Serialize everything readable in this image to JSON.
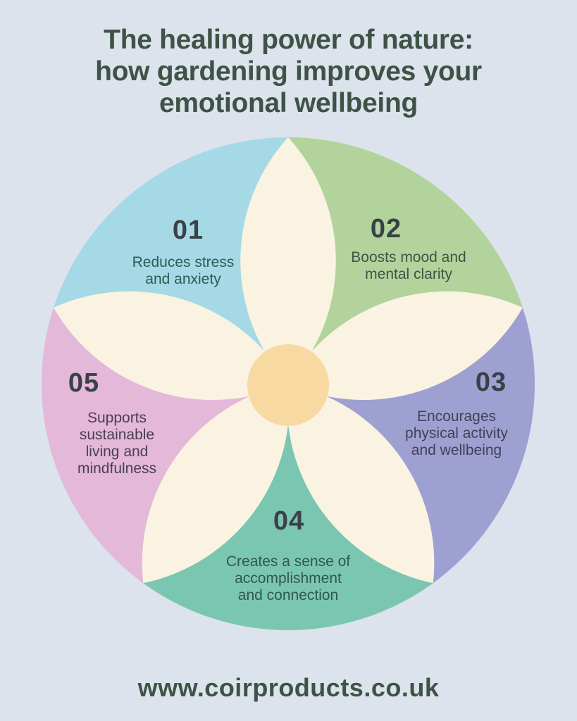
{
  "page": {
    "background": "#DCE3EC",
    "title": "The healing power of nature:\nhow gardening improves your\nemotional wellbeing",
    "title_color": "#3E5345",
    "website": "www.coirproducts.co.uk",
    "website_color": "#3E5345"
  },
  "flower": {
    "petal_color": "#FAF3E2",
    "center_color": "#F8D9A2",
    "number_color": "#3A4147",
    "sections": [
      {
        "number": "01",
        "text": "Reduces stress\nand anxiety",
        "wedge_color": "#A5D9E6",
        "text_color": "#2F5B53",
        "position": "top-left"
      },
      {
        "number": "02",
        "text": "Boosts mood and\nmental clarity",
        "wedge_color": "#B2D39C",
        "text_color": "#3C5745",
        "position": "top-right"
      },
      {
        "number": "03",
        "text": "Encourages\nphysical activity\nand wellbeing",
        "wedge_color": "#9FA0D2",
        "text_color": "#414257",
        "position": "right"
      },
      {
        "number": "04",
        "text": "Creates a sense of\naccomplishment\nand connection",
        "wedge_color": "#7BC6B1",
        "text_color": "#2F5A4A",
        "position": "bottom"
      },
      {
        "number": "05",
        "text": "Supports\nsustainable\nliving and\nmindfulness",
        "wedge_color": "#E3B8D9",
        "text_color": "#4A4050",
        "position": "left"
      }
    ]
  }
}
